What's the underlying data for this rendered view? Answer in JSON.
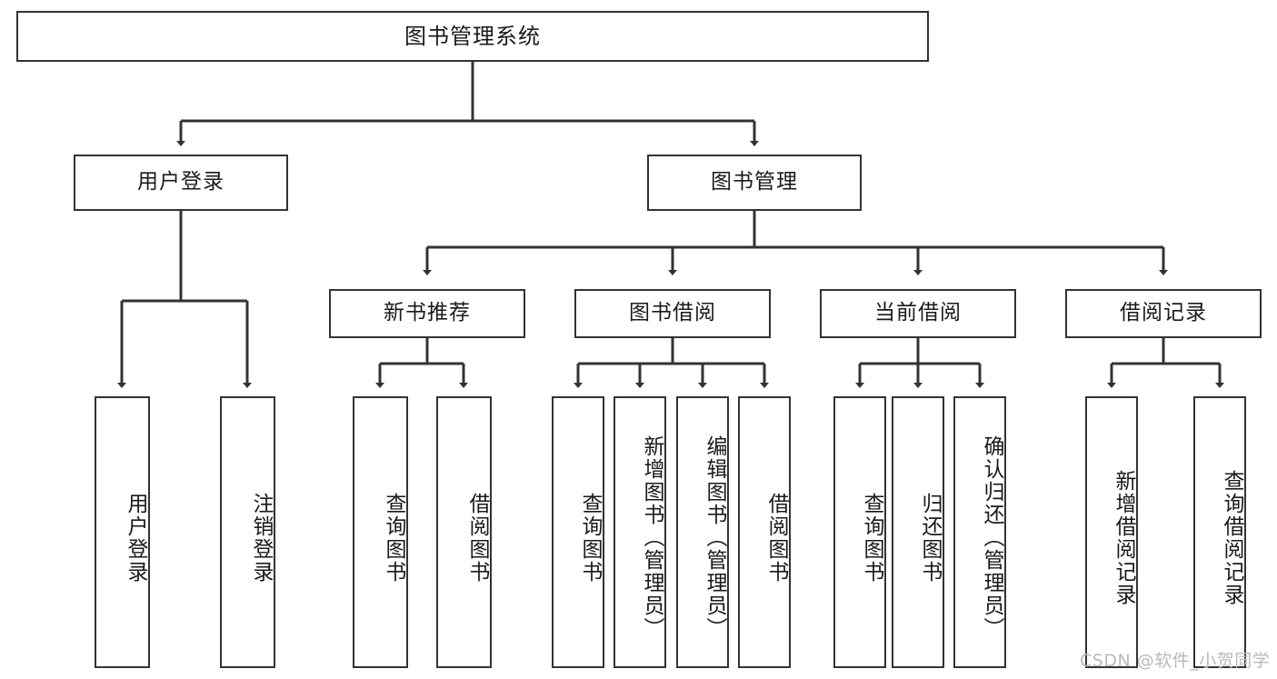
{
  "diagram": {
    "title": "图书管理系统",
    "watermark": "CSDN @软件_小贺同学",
    "line_color": "#333333",
    "box_fill": "#ffffff",
    "text_color": "#1a1a1a",
    "watermark_color": "#b9b9b9"
  },
  "nodes": {
    "root": {
      "label": "图书管理系统"
    },
    "level2": [
      {
        "label": "用户登录"
      },
      {
        "label": "图书管理"
      }
    ],
    "level3": [
      {
        "label": "新书推荐"
      },
      {
        "label": "图书借阅"
      },
      {
        "label": "当前借阅"
      },
      {
        "label": "借阅记录"
      }
    ],
    "leaves": {
      "user_login": [
        {
          "label": "用户登录"
        },
        {
          "label": "注销登录"
        }
      ],
      "new_book": [
        {
          "label": "查询图书"
        },
        {
          "label": "借阅图书"
        }
      ],
      "book_borrow": [
        {
          "label": "查询图书"
        },
        {
          "label": "新增图书（管理员）"
        },
        {
          "label": "编辑图书（管理员）"
        },
        {
          "label": "借阅图书"
        }
      ],
      "current_borrow": [
        {
          "label": "查询图书"
        },
        {
          "label": "归还图书"
        },
        {
          "label": "确认归还（管理员）"
        }
      ],
      "borrow_record": [
        {
          "label": "新增借阅记录"
        },
        {
          "label": "查询借阅记录"
        }
      ]
    }
  }
}
